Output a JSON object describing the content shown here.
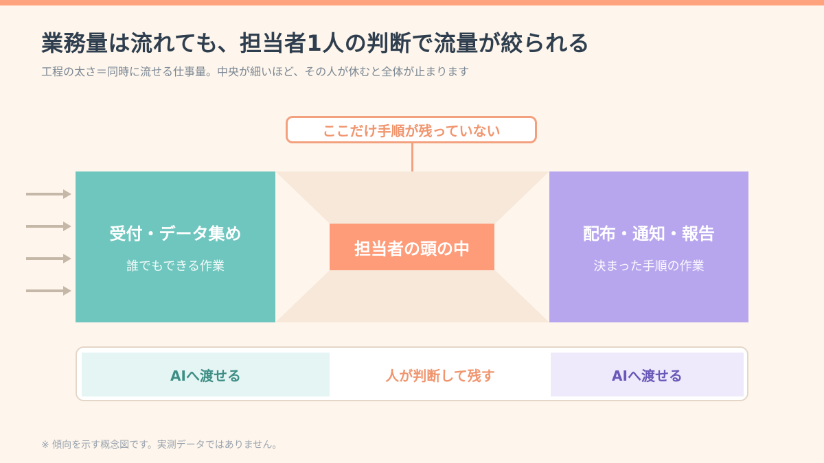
{
  "header": {
    "title": "業務量は流れても、担当者1人の判断で流量が絞られる",
    "subtitle": "工程の太さ＝同時に流せる仕事量。中央が細いほど、その人が休むと全体が止まります"
  },
  "callout": {
    "label": "ここだけ手順が残っていない"
  },
  "stages": {
    "left": {
      "title": "受付・データ集め",
      "subtitle": "誰でもできる作業"
    },
    "center": {
      "title": "担当者の頭の中"
    },
    "right": {
      "title": "配布・通知・報告",
      "subtitle": "決まった手順の作業"
    }
  },
  "legend": {
    "left": "AIへ渡せる",
    "middle": "人が判断して残す",
    "right": "AIへ渡せる"
  },
  "footnote": "※ 傾向を示す概念図です。実測データではありません。",
  "colors": {
    "accent": "#FFA37E",
    "teal": "#6EC6BE",
    "purple": "#B7A6EE",
    "coral": "#FE9B78",
    "funnel": "#F7E8DA",
    "arrow": "#C6B8A8",
    "background": "#FEF6EC"
  },
  "icons": [
    "arrow-right-icon"
  ]
}
